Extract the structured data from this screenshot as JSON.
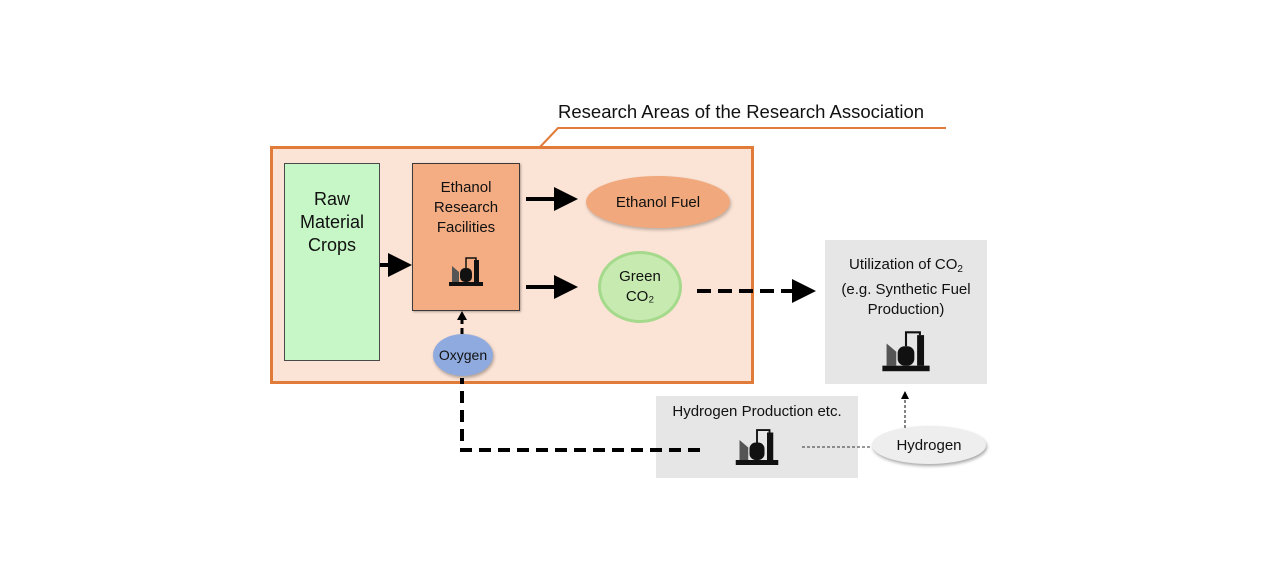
{
  "diagram": {
    "title": "Research Areas of the Research Association",
    "nodes": {
      "raw_material": [
        "Raw",
        "Material",
        "Crops"
      ],
      "ethanol_facilities": [
        "Ethanol",
        "Research",
        "Facilities"
      ],
      "ethanol_fuel": "Ethanol Fuel",
      "green_co2": {
        "line1": "Green",
        "line2": "CO₂"
      },
      "oxygen": "Oxygen",
      "co2_utilization": {
        "line1_prefix": "Utilization of CO",
        "line1_sub": "2",
        "line2": "(e.g. Synthetic Fuel",
        "line3": "Production)"
      },
      "hydrogen_production": "Hydrogen Production etc.",
      "hydrogen": "Hydrogen"
    },
    "edges": [
      {
        "from": "Raw Material Crops",
        "to": "Ethanol Research Facilities",
        "style": "solid"
      },
      {
        "from": "Ethanol Research Facilities",
        "to": "Ethanol Fuel",
        "style": "solid"
      },
      {
        "from": "Ethanol Research Facilities",
        "to": "Green CO2",
        "style": "solid"
      },
      {
        "from": "Green CO2",
        "to": "Utilization of CO2",
        "style": "dashed"
      },
      {
        "from": "Hydrogen Production etc.",
        "to": "Oxygen",
        "style": "dashed"
      },
      {
        "from": "Oxygen",
        "to": "Ethanol Research Facilities",
        "style": "dashed"
      },
      {
        "from": "Hydrogen Production etc.",
        "to": "Hydrogen",
        "style": "dotted"
      },
      {
        "from": "Hydrogen",
        "to": "Utilization of CO2",
        "style": "dotted"
      }
    ],
    "colors": {
      "outer_border": "#e07b39",
      "outer_fill": "#fbe3d5",
      "raw_fill": "#c7f7c7",
      "ethanol_fill": "#f4ad83",
      "fuel_fill": "#f0a87c",
      "green_fill": "#c6eab0",
      "oxygen_fill": "#8faadf",
      "grey_fill": "#e6e6e6"
    }
  }
}
